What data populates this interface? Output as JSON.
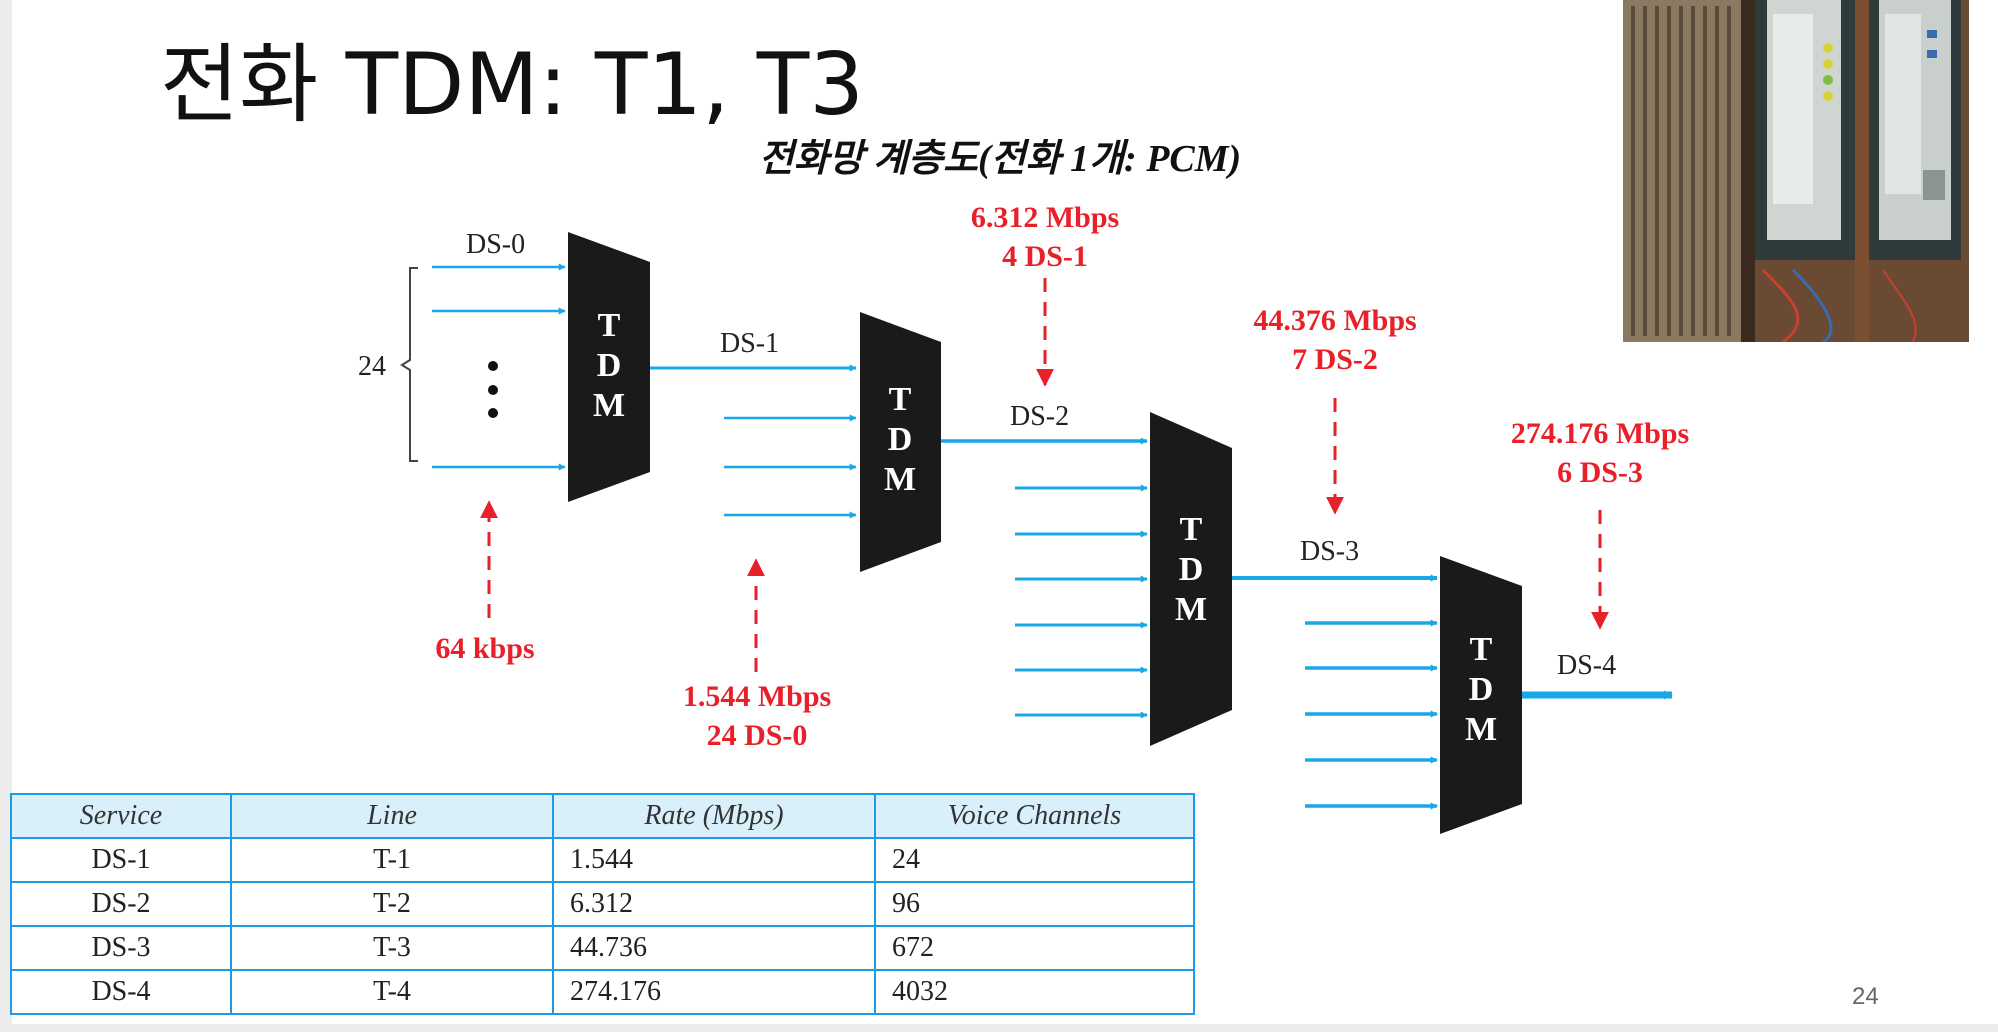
{
  "title": "전화 TDM: T1, T3",
  "diagram": {
    "subtitle": "전화망 계층도(전화 1개: PCM)",
    "input_count": "24",
    "mux_letters": [
      "T",
      "D",
      "M"
    ],
    "signals": [
      "DS-0",
      "DS-1",
      "DS-2",
      "DS-3",
      "DS-4"
    ],
    "annotations": [
      {
        "rate": "64 kbps",
        "count": ""
      },
      {
        "rate": "1.544 Mbps",
        "count": "24 DS-0"
      },
      {
        "rate": "6.312 Mbps",
        "count": "4 DS-1"
      },
      {
        "rate": "44.376 Mbps",
        "count": "7 DS-2"
      },
      {
        "rate": "274.176 Mbps",
        "count": "6 DS-3"
      }
    ]
  },
  "table": {
    "headers": [
      "Service",
      "Line",
      "Rate (Mbps)",
      "Voice Channels"
    ],
    "rows": [
      [
        "DS-1",
        "T-1",
        "1.544",
        "24"
      ],
      [
        "DS-2",
        "T-2",
        "6.312",
        "96"
      ],
      [
        "DS-3",
        "T-3",
        "44.736",
        "672"
      ],
      [
        "DS-4",
        "T-4",
        "274.176",
        "4032"
      ]
    ]
  },
  "page_number": "24",
  "colors": {
    "arrow": "#1aa7e8",
    "annotation": "#e8202a",
    "mux": "#1a1a1a",
    "table_border": "#1e9be4"
  }
}
